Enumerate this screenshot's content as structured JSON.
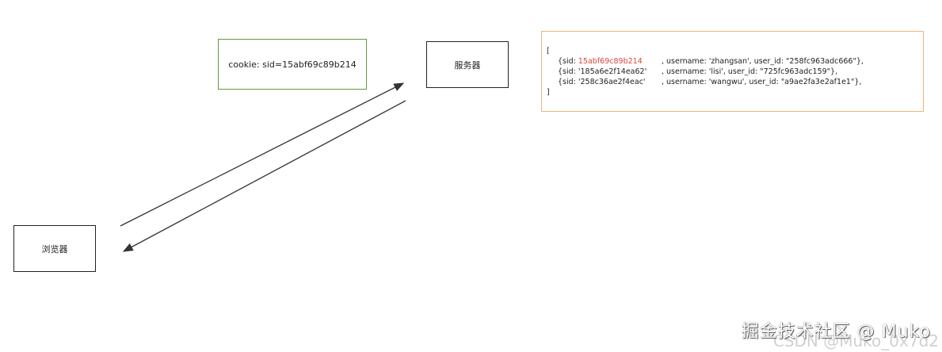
{
  "nodes": {
    "cookie": "cookie: sid=15abf69c89b214",
    "server": "服务器",
    "browser": "浏览器"
  },
  "session_store": {
    "open": "[",
    "rows": [
      {
        "sid_prefix": "{sid: ",
        "sid": "15abf69c89b214",
        "highlight": true,
        "rest": ", username: 'zhangsan', user_id: \"258fc963adc666\"},"
      },
      {
        "sid_prefix": "{sid: ",
        "sid": "'185a6e2f14ea62'",
        "highlight": false,
        "rest": ", username: 'lisi', user_id: \"725fc963adc159\"},"
      },
      {
        "sid_prefix": "{sid: ",
        "sid": "'258c36ae2f4eac'",
        "highlight": false,
        "rest": ", username: 'wangwu', user_id: \"a9ae2fa3e2af1e1\"},"
      }
    ],
    "close": "]"
  },
  "colors": {
    "cookie_border": "#5f9a3a",
    "store_border": "#f0b57a",
    "highlight": "#d9453f"
  },
  "watermark": {
    "primary": "掘金技术社区 @ Muko",
    "secondary": "CSDN @Muko_0x7d2"
  }
}
